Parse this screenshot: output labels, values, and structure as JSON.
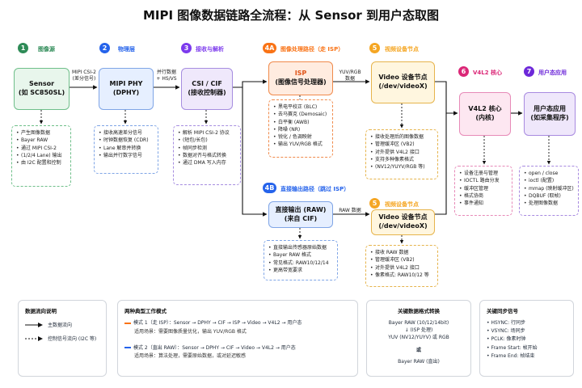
{
  "title": "MIPI 图像数据链路全流程：从 Sensor 到用户态取图",
  "colors": {
    "green": "#2e8b57",
    "blue": "#2563eb",
    "purple": "#7c3aed",
    "orange": "#f97316",
    "yellow": "#f5a623",
    "pink": "#db2777",
    "violet": "#6d28d9"
  },
  "stages": {
    "s1": {
      "num": "1",
      "label": "图像源"
    },
    "s2": {
      "num": "2",
      "label": "物理层"
    },
    "s3": {
      "num": "3",
      "label": "接收与解析"
    },
    "s4a": {
      "num": "4A",
      "label": "图像处理路径（走 ISP）"
    },
    "s5a": {
      "num": "5",
      "label": "视频设备节点"
    },
    "s6": {
      "num": "6",
      "label": "V4L2 核心"
    },
    "s7": {
      "num": "7",
      "label": "用户态应用"
    },
    "s4b": {
      "num": "4B",
      "label": "直接输出路径（跳过 ISP）"
    },
    "s5b": {
      "num": "5",
      "label": "视频设备节点"
    }
  },
  "boxes": {
    "sensor": {
      "line1": "Sensor",
      "line2": "(如 SC850SL)"
    },
    "phy": {
      "line1": "MIPI PHY",
      "line2": "(DPHY)"
    },
    "csi": {
      "line1": "CSI / CIF",
      "line2": "(接收控制器)"
    },
    "isp": {
      "line1": "ISP",
      "line2": "(图像信号处理器)"
    },
    "video_a": {
      "line1": "Video 设备节点",
      "line2": "(/dev/videoX)"
    },
    "v4l2": {
      "line1": "V4L2 核心",
      "line2": "(内核)"
    },
    "app": {
      "line1": "用户态应用",
      "line2": "(如采集程序)"
    },
    "raw": {
      "line1": "直接输出 (RAW)",
      "line2": "(来自 CIF)"
    },
    "video_b": {
      "line1": "Video 设备节点",
      "line2": "(/dev/videoX)"
    }
  },
  "arrow_labels": {
    "sensor_phy": [
      "MIPI CSI-2",
      "(差分信号)"
    ],
    "phy_csi": [
      "并行数据",
      "+ HS/VS"
    ],
    "isp_video": [
      "YUV/RGB",
      "数据"
    ],
    "raw_video": [
      "RAW 数据"
    ]
  },
  "details": {
    "sensor": [
      "产生图像数据",
      "Bayer RAW",
      "通过 MIPI CSI-2",
      "(1/2/4 Lane) 输出",
      "由 I2C 配置和控制"
    ],
    "phy": [
      "接收高速差分信号",
      "时钟数据恢复 (CDR)",
      "Lane 解串并转换",
      "输出并行数字信号"
    ],
    "csi": [
      "解析 MIPI CSI-2 协议",
      "(短包/长包)",
      "帧同步检测",
      "数据对齐与格式转换",
      "通过 DMA 写入内存"
    ],
    "isp": [
      "黑电平校正 (BLC)",
      "去马赛克 (Demosaic)",
      "白平衡 (AWB)",
      "降噪 (NR)",
      "锐化 / 色调映射",
      "输出 YUV/RGB 格式"
    ],
    "video_a": [
      "接收处理后的图像数据",
      "管理缓冲区 (VB2)",
      "对外提供 V4L2 接口",
      "支持多种像素格式",
      "(NV12/YUYV/RGB 等)"
    ],
    "v4l2": [
      "设备注册与管理",
      "IOCTL 路由分发",
      "缓冲区管理",
      "格式协商",
      "事件通知"
    ],
    "app": [
      "open / close",
      "ioctl (配置)",
      "mmap (映射缓冲区)",
      "DQBUF (取帧)",
      "处理图像数据"
    ],
    "raw": [
      "直接输出传感器原始数据",
      "Bayer RAW 格式",
      "常见格式: RAW10/12/14",
      "更高带宽要求"
    ],
    "video_b": [
      "接收 RAW 数据",
      "管理缓冲区 (VB2)",
      "对外提供 V4L2 接口",
      "像素格式: RAW10/12 等"
    ]
  },
  "legend": {
    "title": "数据流向说明",
    "main": "主数据流向",
    "control": "控制信号流向 (I2C 等)"
  },
  "modes": {
    "title": "两种典型工作模式",
    "mode1": "模式 1（走 ISP）：Sensor → DPHY → CIF → ISP → Video → V4L2 → 用户态",
    "mode1_sub": "适用场景：需要图像质量优化，输出 YUV/RGB 格式",
    "mode2": "模式 2（直出 RAW）：Sensor → DPHY → CIF → Video → V4L2 → 用户态",
    "mode2_sub": "适用场景：算法处理，需要原始数据，或对延迟敏感"
  },
  "formats": {
    "title": "关键数据格式转换",
    "line1": "Bayer RAW (10/12/14bit)",
    "line2": "↓ (ISP 处理)",
    "line3": "YUV (NV12/YUYV) 或 RGB",
    "or": "或",
    "line4": "Bayer RAW (直出)"
  },
  "sync": {
    "title": "关键同步信号",
    "items": [
      "HSYNC: 行同步",
      "VSYNC: 场同步",
      "PCLK: 像素时钟",
      "Frame Start: 帧开始",
      "Frame End: 帧结束"
    ]
  }
}
